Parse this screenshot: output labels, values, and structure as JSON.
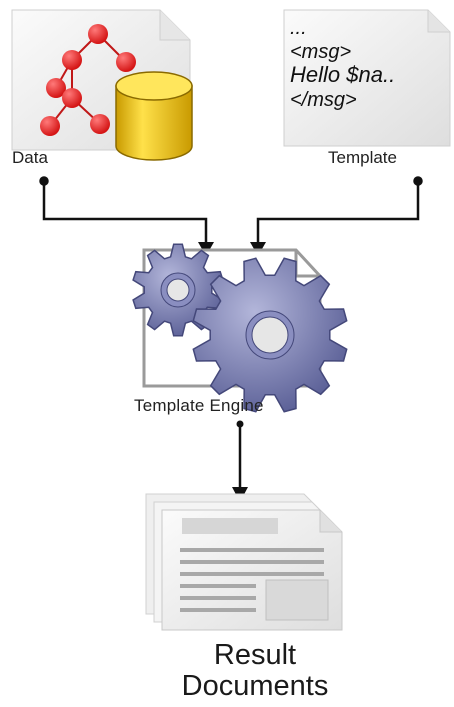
{
  "labels": {
    "data": "Data",
    "template": "Template",
    "engine": "Template Engine",
    "result_line1": "Result",
    "result_line2": "Documents"
  },
  "template_doc": {
    "lines": [
      "...",
      "<msg>",
      "Hello $na..",
      "</msg>"
    ]
  },
  "colors": {
    "tree_node": "#e8252a",
    "database": "#e9c20e",
    "gear": "#6f74a8",
    "arrow": "#111111",
    "page": "#f2f2f2"
  },
  "icons": {
    "data": "tree-database-icon",
    "template": "template-document-icon",
    "engine": "gears-icon",
    "result": "stacked-documents-icon"
  }
}
